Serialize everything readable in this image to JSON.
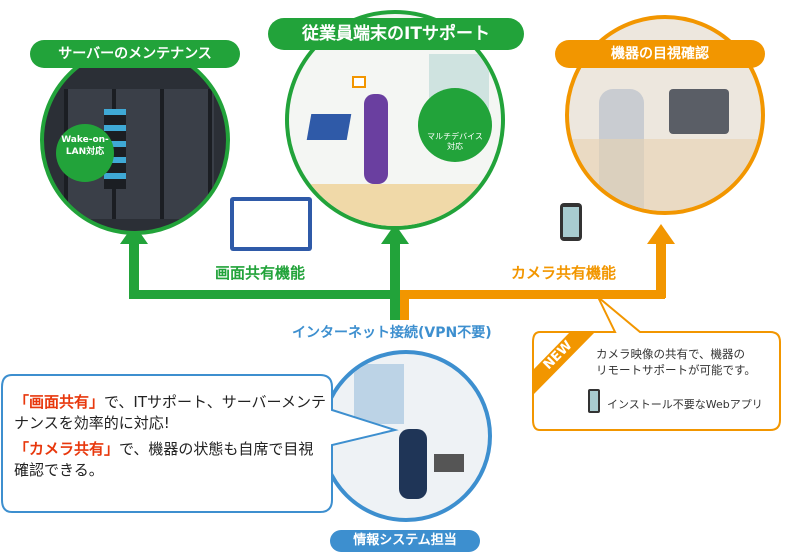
{
  "sections": {
    "server": {
      "title": "サーバーのメンテナンス",
      "badge": "Wake-on-LAN対応"
    },
    "employee": {
      "title": "従業員端末のITサポート",
      "badge": "マルチデバイス対応"
    },
    "device": {
      "title": "機器の目視確認"
    },
    "it_staff": {
      "title": "情報システム担当"
    }
  },
  "connections": {
    "screen_share": "画面共有機能",
    "camera_share": "カメラ共有機能",
    "internet": "インターネット接続(VPN不要)"
  },
  "new_callout": {
    "badge": "NEW",
    "line1": "カメラ映像の共有で、機器の",
    "line2": "リモートサポートが可能です。",
    "note": "インストール不要なWebアプリ"
  },
  "speech": {
    "hl1": "「画面共有」",
    "t1": "で、ITサポート、サーバーメンテナンスを効率的に対応!",
    "hl2": "「カメラ共有」",
    "t2": "で、機器の状態も自席で目視確認できる。"
  },
  "colors": {
    "green": "#22a33a",
    "orange": "#f29600",
    "blue": "#3d8fcf",
    "red": "#e8380d"
  }
}
